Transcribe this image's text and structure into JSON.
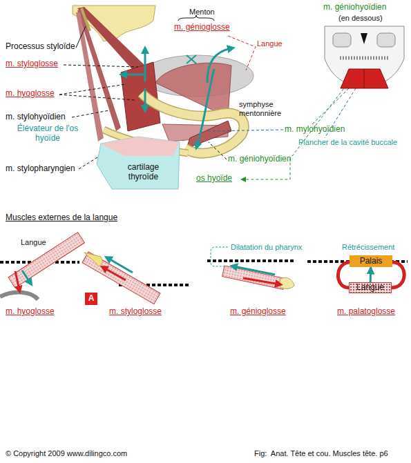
{
  "diagram": {
    "title": "Muscles externes de la langue",
    "nodes": [
      {
        "text": [
          "cartilage thyroïde"
        ]
      },
      {
        "text": [
          "A"
        ]
      },
      {
        "text": [
          "Palais"
        ]
      },
      {
        "text": [
          "Langue"
        ]
      }
    ],
    "edges": [
      {
        "from": 3,
        "to": 2,
        "arrow": "to"
      }
    ],
    "labels": [
      "Menton",
      "m. génioglosse",
      "Langue",
      "m. géniohyoïdien",
      "(en dessous)",
      "Processus styloïde",
      "m. styloglosse",
      "m. hyoglosse",
      "m. stylohyoïdien",
      "Élévateur de l'os hyoïde",
      "symphyse mentonnière",
      "m. mylohyoïdien",
      "Plancher de la cavité buccale",
      "m. stylopharyngien",
      "m. géniohyoïdien",
      "os hyoïde",
      "Langue",
      "m. hyoglosse",
      "m. styloglosse",
      "Dilatation du pharynx",
      "m. génioglosse",
      "Rétrécissement",
      "m. palatoglosse",
      "© Copyright 2009 www.dilingco.com",
      "Fig:  Anat. Tête et cou. Muscles tête. p6"
    ]
  }
}
